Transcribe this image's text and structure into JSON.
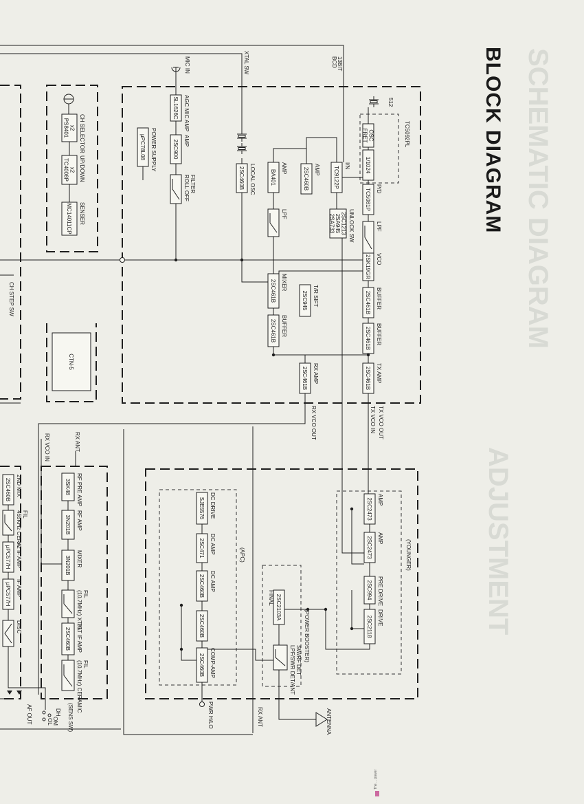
{
  "title": "BLOCK DIAGRAM",
  "show_through": [
    "SCHEMATIC DIAGRAM",
    "ADJUSTMENT"
  ],
  "groups": [
    {
      "id": "tc5092p",
      "label": "TC5092PL"
    },
    {
      "id": "apc",
      "label": "(APC)"
    },
    {
      "id": "younger",
      "label": "(YOUNGER)"
    },
    {
      "id": "power_booster",
      "label": "(POWER BOOSTER)"
    }
  ],
  "blocks": [
    {
      "id": "fret_osc",
      "label": "FRET OSC",
      "caption": ""
    },
    {
      "id": "div1024",
      "label": "1/1024",
      "caption": ""
    },
    {
      "id": "tc9122p",
      "label": "TC9122P",
      "caption": "I/N"
    },
    {
      "id": "tc5081p",
      "label": "TC5081P",
      "caption": "P/D"
    },
    {
      "id": "unlock",
      "label": "2SA733 2SA945 2SC1213",
      "caption": "UNLOCK SW"
    },
    {
      "id": "lpf1",
      "label": "",
      "caption": "LPF"
    },
    {
      "id": "vco",
      "label": "2SK19GR",
      "caption": "VCO"
    },
    {
      "id": "buffer1",
      "label": "2SC461B",
      "caption": "BUFFER"
    },
    {
      "id": "buffer2",
      "label": "2SC461B",
      "caption": "BUFFER"
    },
    {
      "id": "txamp",
      "label": "2SC461B",
      "caption": "TX AMP"
    },
    {
      "id": "amp_2sc460b",
      "label": "2SC460B",
      "caption": "AMP"
    },
    {
      "id": "amp_ba401",
      "label": "BA401",
      "caption": "AMP"
    },
    {
      "id": "lpf2",
      "label": "",
      "caption": "LPF"
    },
    {
      "id": "tr_sift",
      "label": "2SC945",
      "caption": "T/R SIFT"
    },
    {
      "id": "mixer1",
      "label": "2SC461B",
      "caption": "MIXER"
    },
    {
      "id": "buffer3",
      "label": "2SC461B",
      "caption": "BUFFER"
    },
    {
      "id": "rxamp",
      "label": "2SC461B",
      "caption": "RX AMP"
    },
    {
      "id": "local_osc",
      "label": "2SC460B",
      "caption": "LOCAL OSC"
    },
    {
      "id": "mic_amp",
      "label": "SL1626C",
      "caption": "AGC MIC AMP"
    },
    {
      "id": "amp_2sc900",
      "label": "2SC900",
      "caption": "AMP"
    },
    {
      "id": "rolloff",
      "label": "",
      "caption": "ROLL OFF FILTER"
    },
    {
      "id": "power_supply",
      "label": "μPC78L08",
      "caption": "POWER SUPPLY"
    },
    {
      "id": "ps8401",
      "label": "PS8401 x2",
      "caption": "CH SELECTOR"
    },
    {
      "id": "tc4008",
      "label": "TC4008P x2",
      "caption": "UP/DOWN"
    },
    {
      "id": "mc14011",
      "label": "MC14011CP",
      "caption": "SENSER"
    },
    {
      "id": "ctn5",
      "label": "CTN-5",
      "caption": ""
    },
    {
      "id": "amp_2473a",
      "label": "2SC2473",
      "caption": "AMP"
    },
    {
      "id": "amp_2473b",
      "label": "2SC2473",
      "caption": "AMP"
    },
    {
      "id": "predrive",
      "label": "2SC994",
      "caption": "PRE DRIVE"
    },
    {
      "id": "drive",
      "label": "2SC2118",
      "caption": "DRIVE"
    },
    {
      "id": "final",
      "label": "2SC2103A",
      "caption": "FINAL"
    },
    {
      "id": "lpf_sw",
      "label": "",
      "caption": "LPF/SWR DET/ANT SW/RF DET"
    },
    {
      "id": "dc_drive",
      "label": "SJE5576",
      "caption": "DC DRIVE"
    },
    {
      "id": "dc_amp1",
      "label": "2SC471",
      "caption": "DC AMP"
    },
    {
      "id": "dc_amp2",
      "label": "2SC460B",
      "caption": "DC AMP"
    },
    {
      "id": "comp1",
      "label": "2SC460B",
      "caption": ""
    },
    {
      "id": "comp2",
      "label": "2SC460B",
      "caption": "COMP-AMP"
    },
    {
      "id": "rf_pre",
      "label": "3SK48",
      "caption": "RF PRE AMP"
    },
    {
      "id": "rf_amp",
      "label": "3N201B",
      "caption": "RF AMP"
    },
    {
      "id": "mixer2",
      "label": "3N201B",
      "caption": "MIXER"
    },
    {
      "id": "xtal_fil",
      "label": "",
      "caption": "(10.7MHz) XTAL FIL"
    },
    {
      "id": "if_amp1",
      "label": "2SC460B",
      "caption": "1ST IF AMP"
    },
    {
      "id": "ceram1",
      "label": "",
      "caption": "(10.7MHz) CERAMIC FIL"
    },
    {
      "id": "mix2",
      "label": "2SC460B",
      "caption": "2ND MIX"
    },
    {
      "id": "ceram455",
      "label": "",
      "caption": "455KHz CERA FIL"
    },
    {
      "id": "upc577a",
      "label": "μPC577H",
      "caption": "X2 IF AMP"
    },
    {
      "id": "upc577b",
      "label": "μPC577H",
      "caption": "IF AMP"
    },
    {
      "id": "disc",
      "label": "",
      "caption": "DISC"
    }
  ],
  "labels": {
    "xtal_sw": "XTAL SW",
    "bit13": "13BIT",
    "bcd": "BCD",
    "mic_in": "MIC IN",
    "ch_step_sw": "CH STEP SW",
    "freq_512": "512",
    "tx_vco_out": "TX VCO OUT",
    "tx_vco_in": "TX VCO IN",
    "rx_vco_out": "RX VCO OUT",
    "rx_ant": "RX ANT",
    "rx_ant2": "RX ANT",
    "rx_vco_in": "RX VCO IN",
    "antenna": "ANTENNA",
    "pwr_hilo": "PWR H/LO",
    "sens_sw": "(SENS SW)",
    "sens_dh": "DH",
    "sens_om": "OM",
    "sens_ol": "OL",
    "af_out": "AF OUT"
  },
  "footer_note": "The ... power"
}
